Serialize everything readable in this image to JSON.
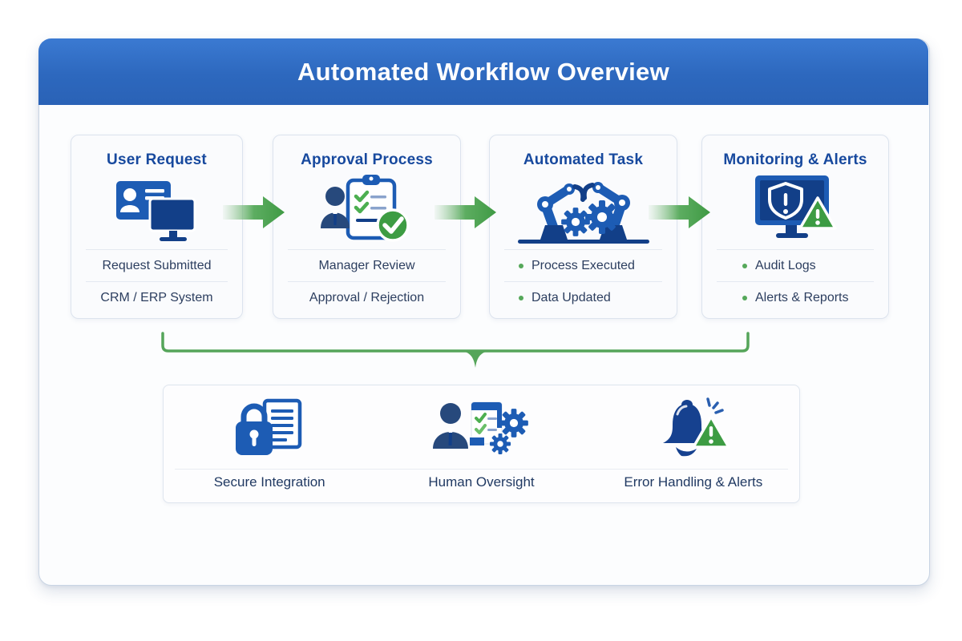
{
  "theme": {
    "accent_blue": "#2d68be",
    "header_gradient_top": "#3b7ad2",
    "header_gradient_bottom": "#2a62b6",
    "title_navy": "#17499e",
    "text_navy": "#2c3e5f",
    "green": "#55a55a",
    "green_dark": "#3d9c43",
    "icon_blue": "#1d5cb4",
    "icon_navy": "#123f88",
    "person_navy": "#27497c",
    "card_bg": "#fafbfd",
    "card_border": "#dce3ee",
    "panel_border": "#dee5ee"
  },
  "header": {
    "title": "Automated Workflow Overview"
  },
  "workflow": {
    "steps": [
      {
        "title": "User Request",
        "icon": "id-card-monitor-icon",
        "items": [
          {
            "text": "Request Submitted"
          },
          {
            "text": "CRM / ERP System"
          }
        ]
      },
      {
        "title": "Approval Process",
        "icon": "approver-checklist-icon",
        "items": [
          {
            "text": "Manager Review"
          },
          {
            "text": "Approval / Rejection"
          }
        ]
      },
      {
        "title": "Automated Task",
        "icon": "robot-arms-gears-icon",
        "items": [
          {
            "text": "Process Executed"
          },
          {
            "text": "Data Updated"
          }
        ]
      },
      {
        "title": "Monitoring & Alerts",
        "icon": "monitor-shield-alert-icon",
        "items": [
          {
            "text": "Audit Logs"
          },
          {
            "text": "Alerts & Reports"
          }
        ]
      }
    ]
  },
  "foundation": {
    "items": [
      {
        "label": "Secure Integration",
        "icon": "lock-document-icon"
      },
      {
        "label": "Human Oversight",
        "icon": "person-checklist-gears-icon"
      },
      {
        "label": "Error Handling & Alerts",
        "icon": "bell-warning-icon"
      }
    ]
  }
}
